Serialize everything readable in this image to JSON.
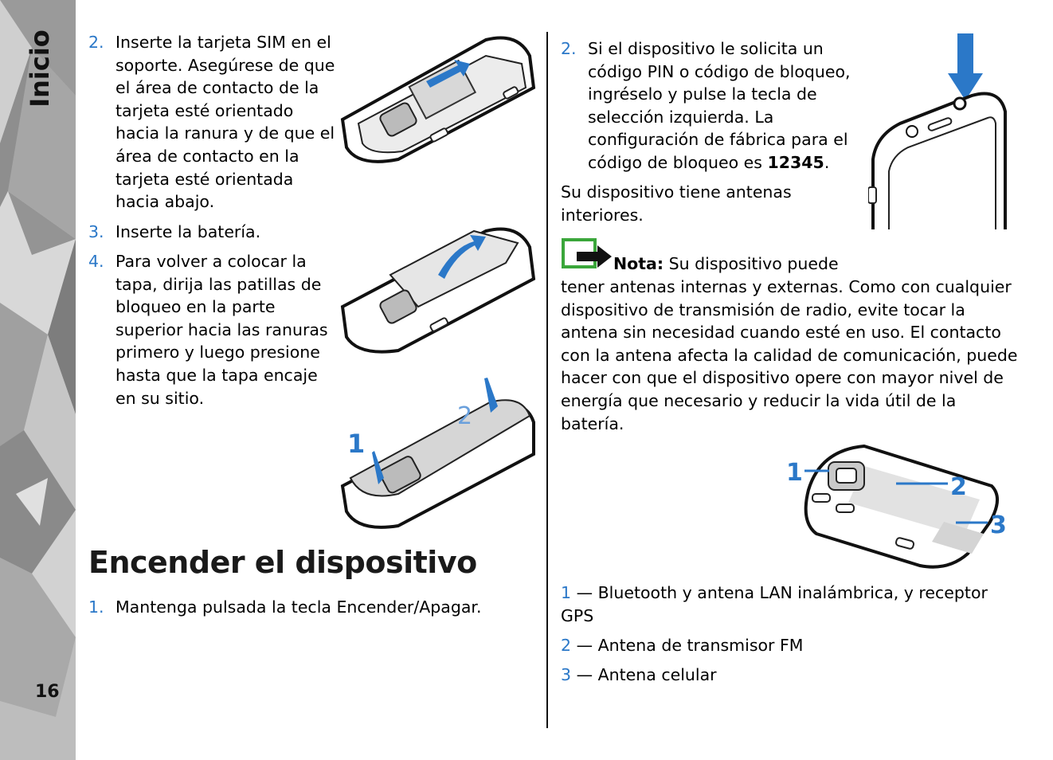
{
  "section_tab": "Inicio",
  "page_number": "16",
  "left": {
    "steps": [
      {
        "num": "2.",
        "text": [
          "Inserte la tarjeta SIM en el",
          "soporte. Asegúrese de que",
          "el área de contacto de la",
          "tarjeta esté orientado",
          "hacia la ranura y de que el",
          "área de contacto en la",
          "tarjeta esté orientada",
          "hacia abajo."
        ]
      },
      {
        "num": "3.",
        "text": [
          "Inserte la batería."
        ]
      },
      {
        "num": "4.",
        "text": [
          "Para volver a colocar la",
          "tapa, dirija las patillas de",
          "bloqueo en la parte",
          "superior hacia las ranuras",
          "primero y luego presione",
          "hasta que la tapa encaje",
          "en su sitio."
        ]
      }
    ],
    "fig_cover_labels": [
      "1",
      "2"
    ],
    "heading": "Encender el dispositivo",
    "power_step": {
      "num": "1.",
      "text": "Mantenga pulsada la tecla Encender/Apagar."
    }
  },
  "right": {
    "step2": {
      "num": "2.",
      "lines": [
        "Si el dispositivo le solicita un",
        "código PIN o código de bloqueo,",
        "ingréselo y pulse la tecla de",
        "selección izquierda. La",
        "configuración de fábrica para el"
      ],
      "last_prefix": "código de bloqueo es ",
      "code": "12345",
      "last_suffix": "."
    },
    "antenna_intro": [
      "Su dispositivo tiene antenas",
      "interiores."
    ],
    "note": {
      "label": "Nota:",
      "first": " Su dispositivo puede",
      "lines": [
        "tener antenas internas y externas. Como con cualquier",
        "dispositivo de transmisión de radio, evite tocar la",
        "antena sin necesidad cuando esté en uso. El contacto",
        "con la antena afecta la calidad de comunicación, puede",
        "hacer con que el dispositivo opere con mayor nivel de",
        "energía que necesario y reducir la vida útil de la",
        "batería."
      ]
    },
    "fig_labels": [
      "1",
      "2",
      "3"
    ],
    "legend": [
      {
        "num": "1",
        "text": " — Bluetooth y antena LAN inalámbrica, y receptor",
        "cont": "GPS"
      },
      {
        "num": "2",
        "text": " — Antena de transmisor FM"
      },
      {
        "num": "3",
        "text": " — Antena celular"
      }
    ]
  },
  "colors": {
    "accent": "#2b78c8",
    "note_icon": "#3aa63a"
  }
}
